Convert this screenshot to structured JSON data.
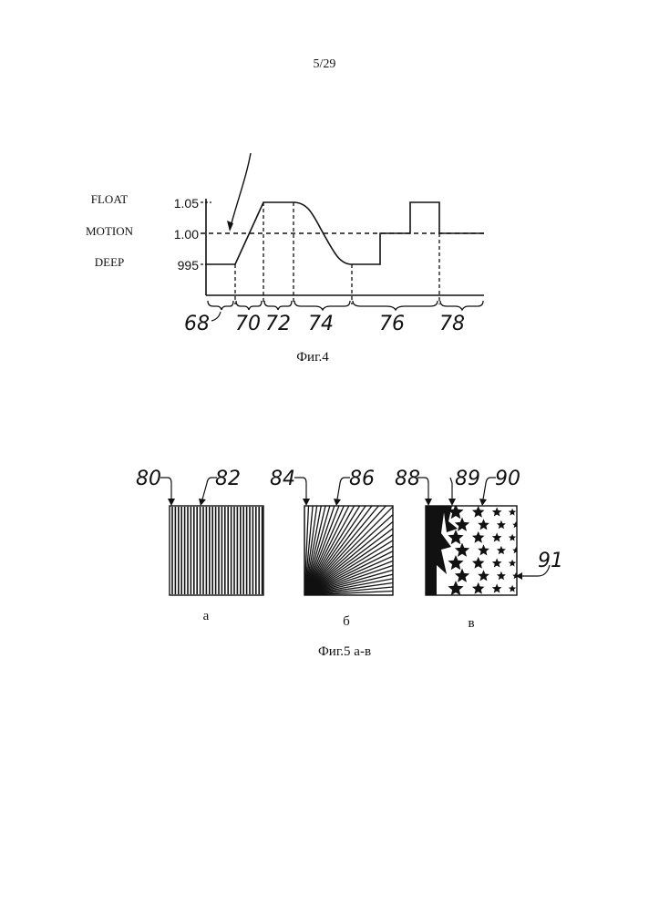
{
  "page": {
    "number": "5/29"
  },
  "fig4": {
    "caption": "Фиг.4",
    "row_labels": {
      "float": "FLOAT",
      "motion": "MOTION",
      "deep": "DEEP"
    },
    "levels": {
      "high": "1.05",
      "mid": "1.00",
      "low": "995"
    },
    "segments": [
      "68",
      "70",
      "72",
      "74",
      "76",
      "78"
    ]
  },
  "fig5": {
    "caption": "Фиг.5 а-в",
    "panels": [
      {
        "label": "а",
        "refs": [
          "80",
          "82"
        ]
      },
      {
        "label": "б",
        "refs": [
          "84",
          "86"
        ]
      },
      {
        "label": "в",
        "refs": [
          "88",
          "89",
          "90",
          "91"
        ]
      }
    ]
  }
}
